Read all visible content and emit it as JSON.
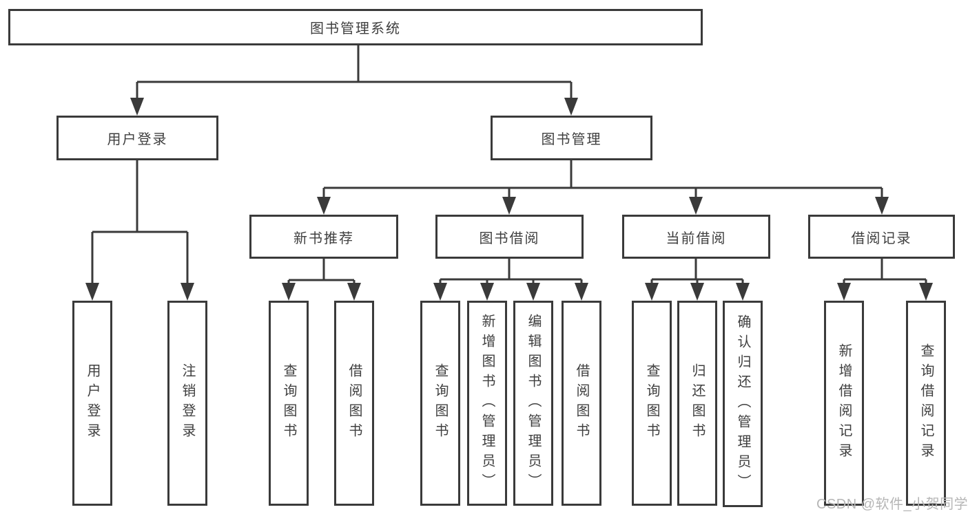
{
  "tree": {
    "label": "图书管理系统",
    "children": [
      {
        "label": "用户登录",
        "children": [
          {
            "label": "用户登录"
          },
          {
            "label": "注销登录"
          }
        ]
      },
      {
        "label": "图书管理",
        "children": [
          {
            "label": "新书推荐",
            "children": [
              {
                "label": "查询图书"
              },
              {
                "label": "借阅图书"
              }
            ]
          },
          {
            "label": "图书借阅",
            "children": [
              {
                "label": "查询图书"
              },
              {
                "label": "新增图书（管理员）"
              },
              {
                "label": "编辑图书（管理员）"
              },
              {
                "label": "借阅图书"
              }
            ]
          },
          {
            "label": "当前借阅",
            "children": [
              {
                "label": "查询图书"
              },
              {
                "label": "归还图书"
              },
              {
                "label": "确认归还（管理员）"
              }
            ]
          },
          {
            "label": "借阅记录",
            "children": [
              {
                "label": "新增借阅记录"
              },
              {
                "label": "查询借阅记录"
              }
            ]
          }
        ]
      }
    ]
  },
  "watermark": {
    "text": "CSDN @软件_小贺同学"
  },
  "colors": {
    "line": "#3a3a3a",
    "box_border": "#3a3a3a",
    "text": "#3f3f3f",
    "watermark": "#b6b6b6",
    "background": "#ffffff"
  }
}
